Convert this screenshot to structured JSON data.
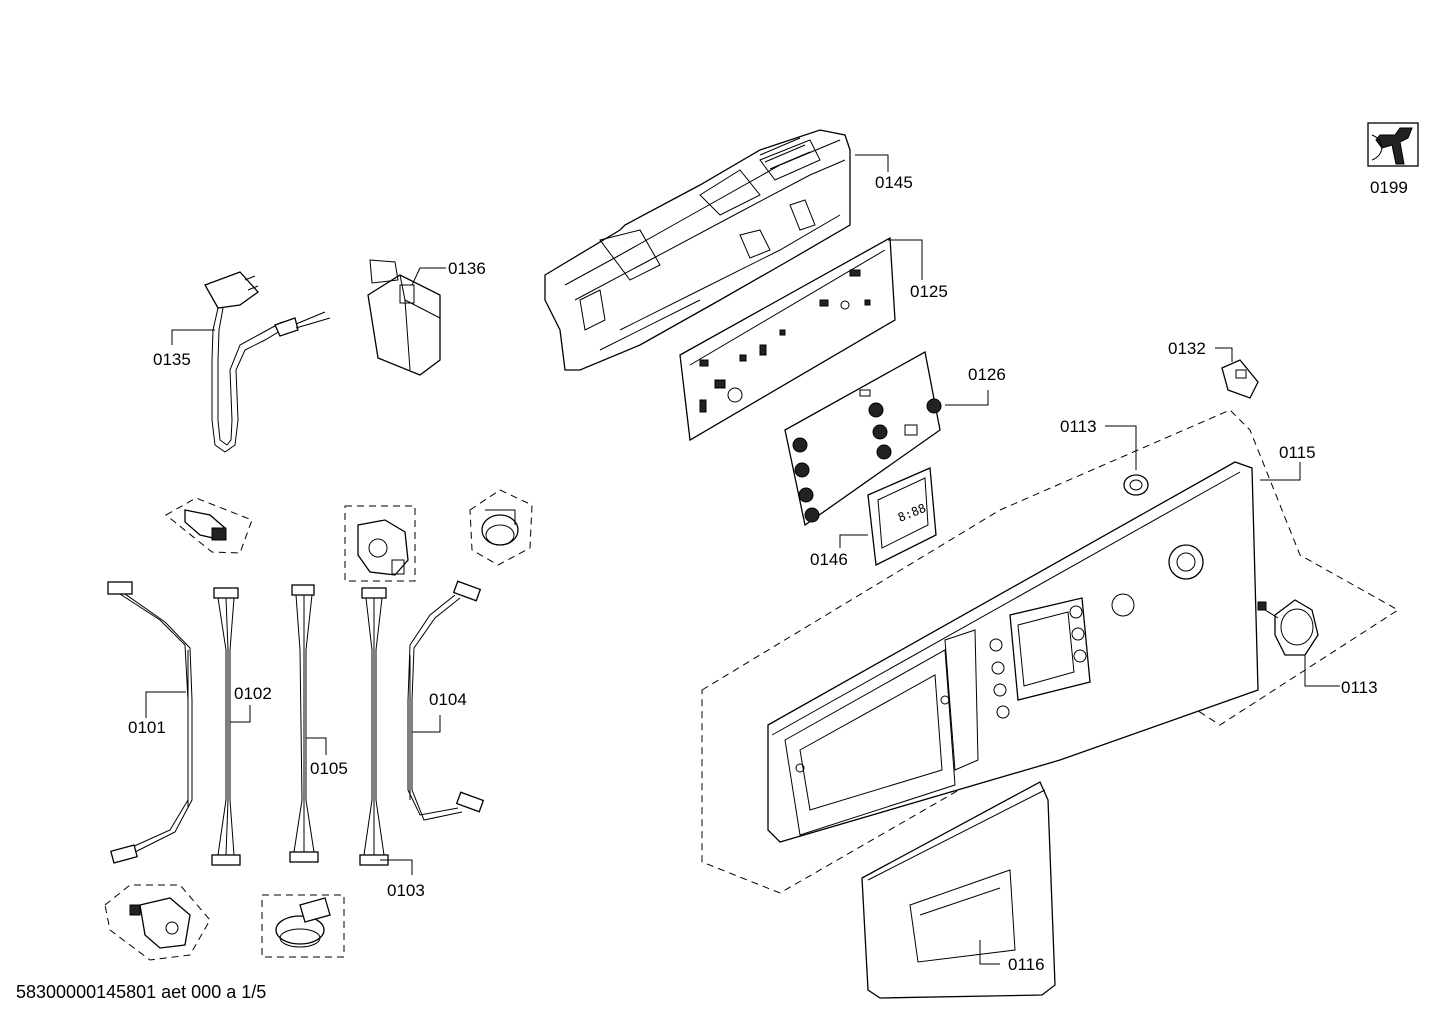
{
  "labels": {
    "p0145": "0145",
    "p0136": "0136",
    "p0125": "0125",
    "p0135": "0135",
    "p0126": "0126",
    "p0132": "0132",
    "p0113a": "0113",
    "p0115": "0115",
    "p0146": "0146",
    "p0102": "0102",
    "p0104": "0104",
    "p0101": "0101",
    "p0105": "0105",
    "p0113b": "0113",
    "p0103": "0103",
    "p0116": "0116",
    "p0199": "0199"
  },
  "display_readout": "8:88",
  "footer": "58300000145801 aet 000 a 1/5",
  "icons": {
    "tool": "wrench-icon"
  }
}
